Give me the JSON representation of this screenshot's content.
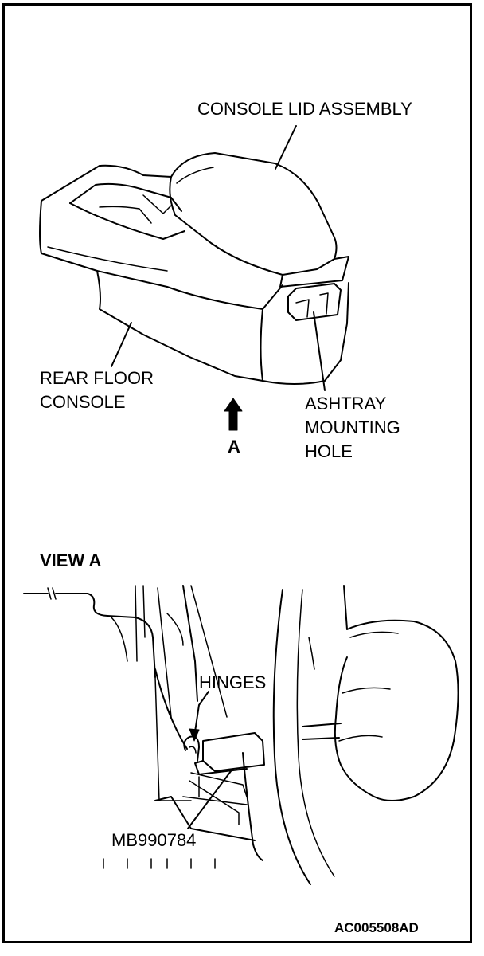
{
  "labels": {
    "console_lid": "CONSOLE LID ASSEMBLY",
    "rear_floor_1": "REAR FLOOR",
    "rear_floor_2": "CONSOLE",
    "arrow_a": "A",
    "ashtray_1": "ASHTRAY",
    "ashtray_2": "MOUNTING",
    "ashtray_3": "HOLE",
    "view_a": "VIEW A",
    "hinges": "HINGES",
    "tool": "MB990784",
    "figure_code": "AC005508AD"
  }
}
